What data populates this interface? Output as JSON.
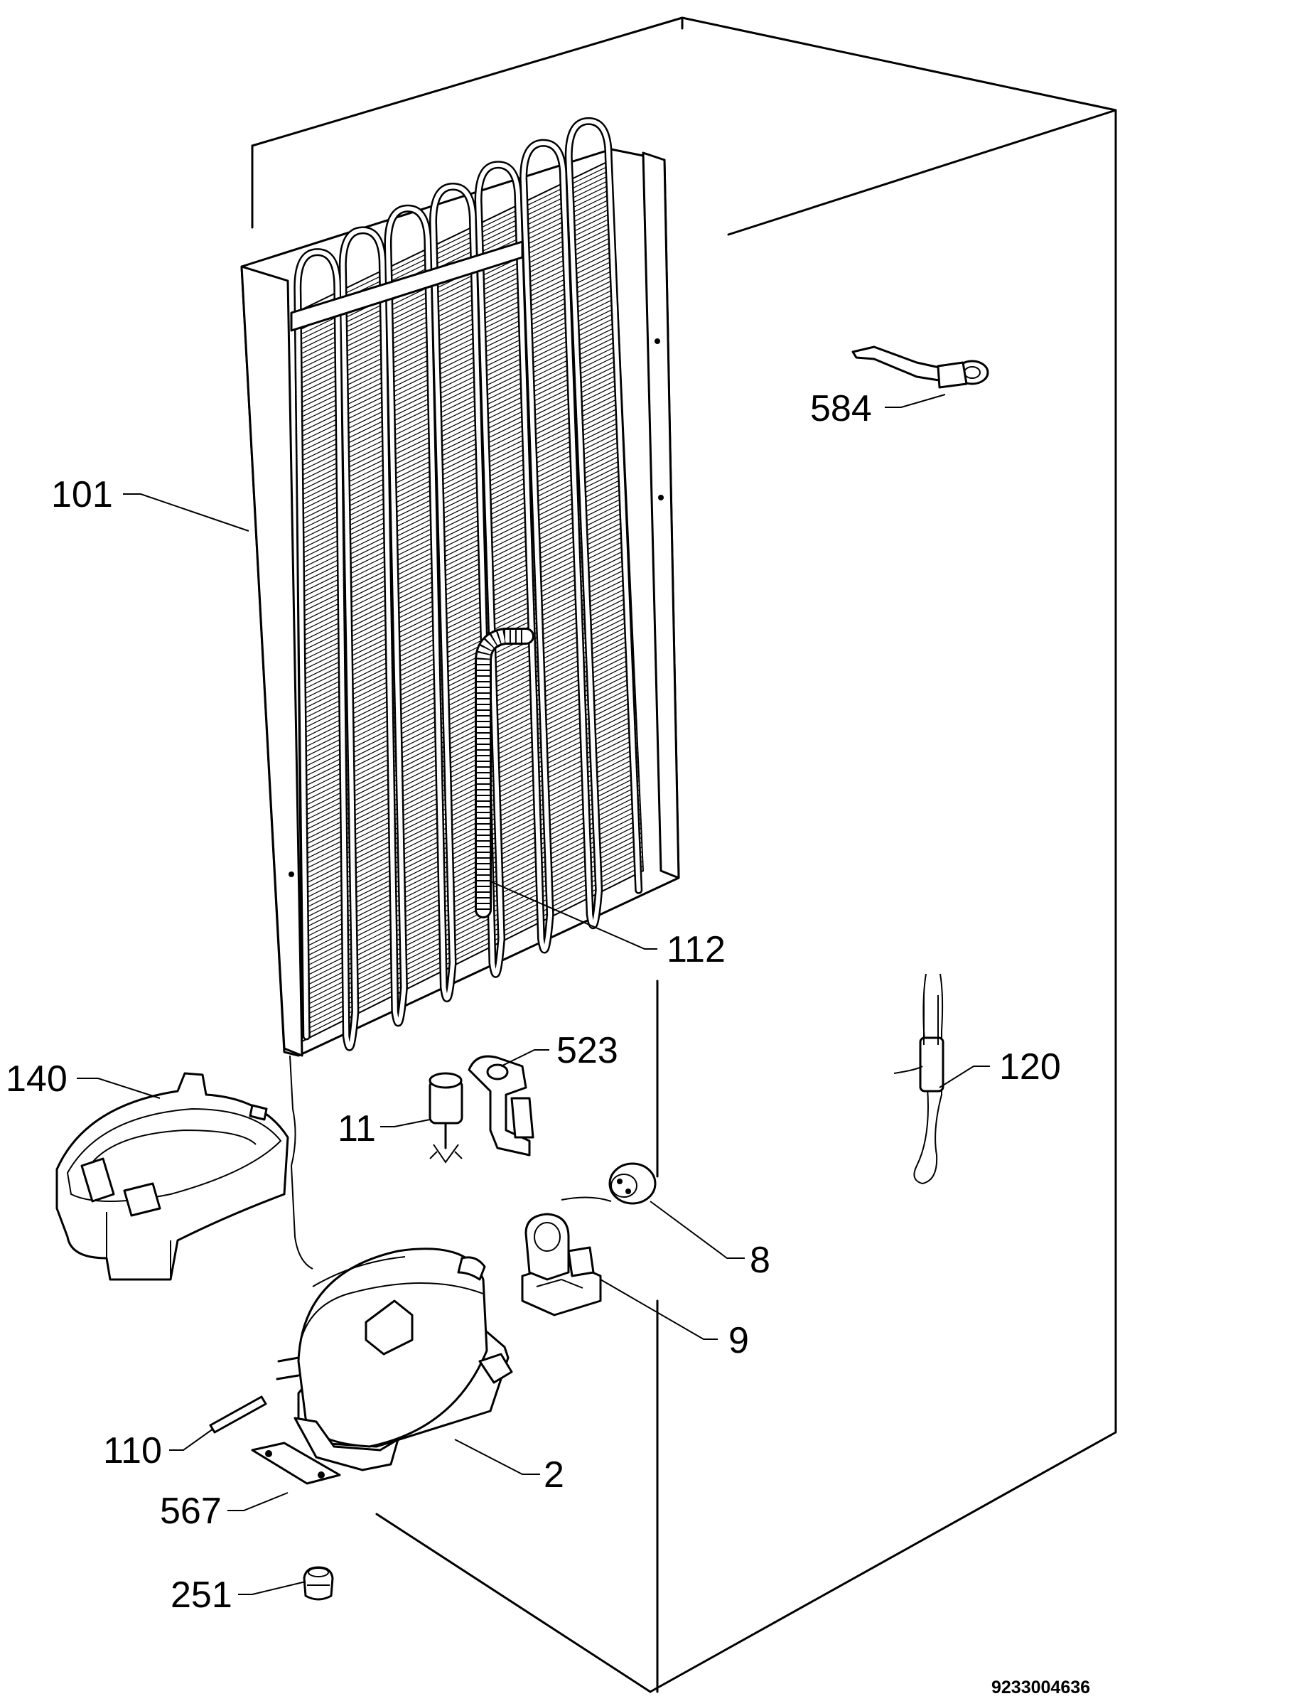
{
  "callouts": [
    {
      "id": "584",
      "text": "584"
    },
    {
      "id": "101",
      "text": "101"
    },
    {
      "id": "112",
      "text": "112"
    },
    {
      "id": "523",
      "text": "523"
    },
    {
      "id": "140",
      "text": "140"
    },
    {
      "id": "120",
      "text": "120"
    },
    {
      "id": "11",
      "text": "11"
    },
    {
      "id": "8",
      "text": "8"
    },
    {
      "id": "9",
      "text": "9"
    },
    {
      "id": "110",
      "text": "110"
    },
    {
      "id": "2",
      "text": "2"
    },
    {
      "id": "567",
      "text": "567"
    },
    {
      "id": "251",
      "text": "251"
    }
  ],
  "document_number": "9233004636"
}
